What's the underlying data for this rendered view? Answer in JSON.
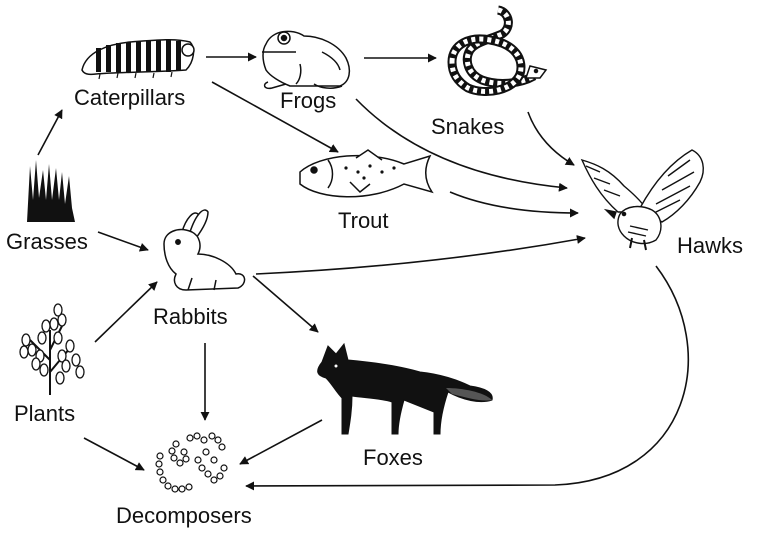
{
  "labels": {
    "caterpillars": "Caterpillars",
    "frogs": "Frogs",
    "snakes": "Snakes",
    "trout": "Trout",
    "grasses": "Grasses",
    "rabbits": "Rabbits",
    "hawks": "Hawks",
    "plants": "Plants",
    "foxes": "Foxes",
    "decomposers": "Decomposers"
  },
  "arrows": [
    {
      "from": "Grasses",
      "to": "Caterpillars"
    },
    {
      "from": "Grasses",
      "to": "Rabbits"
    },
    {
      "from": "Plants",
      "to": "Rabbits"
    },
    {
      "from": "Plants",
      "to": "Decomposers"
    },
    {
      "from": "Caterpillars",
      "to": "Frogs"
    },
    {
      "from": "Caterpillars",
      "to": "Trout"
    },
    {
      "from": "Frogs",
      "to": "Snakes"
    },
    {
      "from": "Frogs",
      "to": "Hawks"
    },
    {
      "from": "Snakes",
      "to": "Hawks"
    },
    {
      "from": "Trout",
      "to": "Hawks"
    },
    {
      "from": "Rabbits",
      "to": "Hawks"
    },
    {
      "from": "Rabbits",
      "to": "Foxes"
    },
    {
      "from": "Rabbits",
      "to": "Decomposers"
    },
    {
      "from": "Foxes",
      "to": "Decomposers"
    },
    {
      "from": "Hawks",
      "to": "Decomposers"
    }
  ],
  "icons": [
    "caterpillar-icon",
    "frog-icon",
    "snake-icon",
    "trout-icon",
    "grass-icon",
    "rabbit-icon",
    "hawk-icon",
    "plant-icon",
    "fox-icon",
    "decomposers-icon"
  ],
  "colors": {
    "ink": "#111111",
    "background": "#ffffff"
  }
}
